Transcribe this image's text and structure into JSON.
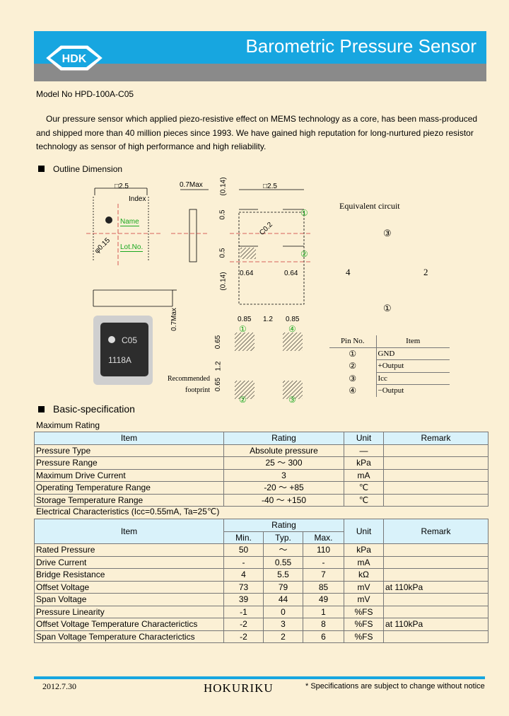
{
  "header": {
    "title": "Barometric Pressure Sensor",
    "logo_text": "HDK"
  },
  "model_line": "Model No HPD-100A-C05",
  "intro": "Our pressure sensor which applied piezo-resistive effect on MEMS technology as a core, has been mass-produced and shipped more than 40 million pieces since 1993. We have gained high reputation for long-nurtured piezo resistor technology as sensor of high performance and high reliability.",
  "outline": {
    "heading": "Outline Dimension",
    "dims": {
      "top_width": "□2.5",
      "index": "Index",
      "name": "Name",
      "lot": "Lot.No.",
      "dia": "φ0.15",
      "side_max": "0.7Max",
      "front_max": "0.7Max",
      "d014a": "(0.14)",
      "d014b": "(0.14)",
      "d05a": "0.5",
      "d05b": "0.5",
      "d064a": "0.64",
      "d064b": "0.64",
      "c02": "C0.2",
      "bottom_width": "□2.5",
      "fp_top1": "0.85",
      "fp_top2": "1.2",
      "fp_top3": "0.85",
      "fp_left1": "0.65",
      "fp_left2": "1.2",
      "fp_left3": "0.65",
      "recommended": "Recommended",
      "footprint": "footprint",
      "chip_code": "C05",
      "chip_lot": "1118A"
    },
    "equivalent_circuit": "Equivalent circuit",
    "circuit_nodes": [
      "③",
      "4",
      "2",
      "①"
    ],
    "pin_table": {
      "headers": [
        "Pin No.",
        "Item"
      ],
      "rows": [
        [
          "①",
          "GND"
        ],
        [
          "②",
          "+Output"
        ],
        [
          "③",
          "Icc"
        ],
        [
          "④",
          "−Output"
        ]
      ]
    },
    "pin_labels": [
      "①",
      "②",
      "①",
      "④",
      "②",
      "③"
    ]
  },
  "basic": {
    "heading": "Basic-specification",
    "max_rating": {
      "caption": "Maximum Rating",
      "headers": [
        "Item",
        "Rating",
        "Unit",
        "Remark"
      ],
      "rows": [
        [
          "Pressure Type",
          "Absolute pressure",
          "―",
          ""
        ],
        [
          "Pressure Range",
          "25 ～ 300",
          "kPa",
          ""
        ],
        [
          "Maximum Drive Current",
          "3",
          "mA",
          ""
        ],
        [
          "Operating Temperature Range",
          "-20 ～ +85",
          "℃",
          ""
        ],
        [
          "Storage Temperature Range",
          "-40 ～ +150",
          "℃",
          ""
        ]
      ]
    },
    "electrical": {
      "caption": "Electrical Characteristics  (Icc=0.55mA, Ta=25℃)",
      "headers": {
        "item": "Item",
        "rating": "Rating",
        "min": "Min.",
        "typ": "Typ.",
        "max": "Max.",
        "unit": "Unit",
        "remark": "Remark"
      },
      "rows": [
        [
          "Rated Pressure",
          "50",
          "～",
          "110",
          "kPa",
          ""
        ],
        [
          "Drive Current",
          "-",
          "0.55",
          "-",
          "mA",
          ""
        ],
        [
          "Bridge Resistance",
          "4",
          "5.5",
          "7",
          "kΩ",
          ""
        ],
        [
          "Offset Voltage",
          "73",
          "79",
          "85",
          "mV",
          "at 110kPa"
        ],
        [
          "Span Voltage",
          "39",
          "44",
          "49",
          "mV",
          ""
        ],
        [
          "Pressure Linearity",
          "-1",
          "0",
          "1",
          "%FS",
          ""
        ],
        [
          "Offset Voltage Temperature Characterictics",
          "-2",
          "3",
          "8",
          "%FS",
          "at 110kPa"
        ],
        [
          "Span Voltage Temperature Characterictics",
          "-2",
          "2",
          "6",
          "%FS",
          ""
        ]
      ]
    }
  },
  "footer": {
    "date": "2012.7.30",
    "company": "HOKURIKU",
    "note": "* Specifications are subject to change without notice"
  },
  "colors": {
    "header_blue": "#17a6e0",
    "header_gray": "#8a8a8a",
    "table_header": "#d9f2fa",
    "dim_green": "#19a81f",
    "background": "#fbf0d5"
  }
}
